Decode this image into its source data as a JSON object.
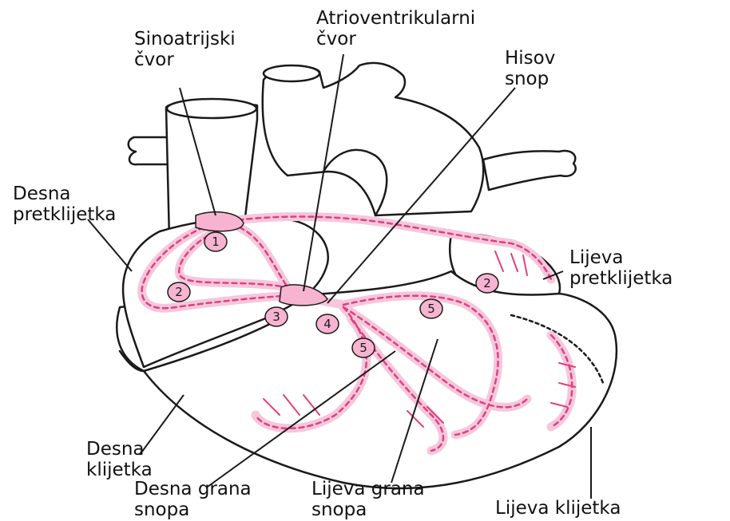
{
  "colors": {
    "outline": "#1a1a1a",
    "conduction_fill": "#f6c7dc",
    "conduction_dash": "#e0407f",
    "node_fill": "#f7b4d0",
    "background": "#ffffff"
  },
  "labels": {
    "sa_node": [
      "Sinoatrijski",
      "čvor"
    ],
    "av_node": [
      "Atrioventrikularni",
      "čvor"
    ],
    "bundle_his": [
      "Hisov",
      "snop"
    ],
    "right_atrium": [
      "Desna",
      "pretklijetka"
    ],
    "left_atrium": [
      "Lijeva",
      "pretklijetka"
    ],
    "right_ventricle": [
      "Desna",
      "klijetka"
    ],
    "right_bundle_branch": [
      "Desna grana",
      "snopa"
    ],
    "left_bundle_branch": [
      "Lijeva grana",
      "snopa"
    ],
    "left_ventricle": [
      "Lijeva klijetka"
    ]
  },
  "step_markers": [
    "1",
    "2",
    "2",
    "3",
    "4",
    "5",
    "5"
  ]
}
